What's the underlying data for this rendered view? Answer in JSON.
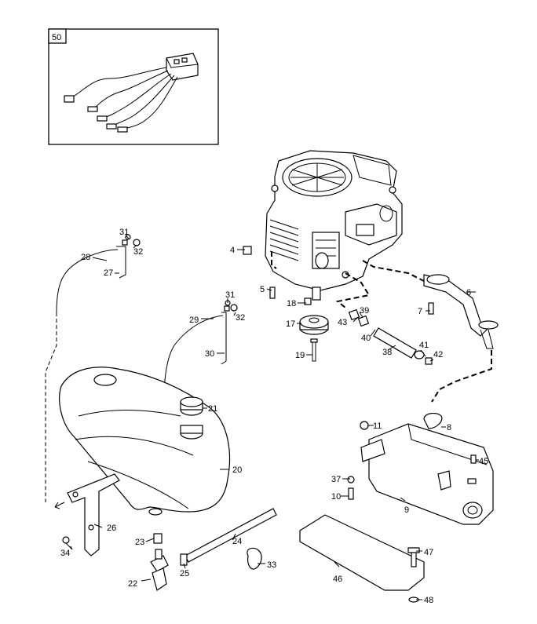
{
  "labels": {
    "p50": "50",
    "p31a": "31",
    "p32a": "32",
    "p28": "28",
    "p27": "27",
    "p4": "4",
    "p5": "5",
    "p18": "18",
    "p17": "17",
    "p19": "19",
    "p6": "6",
    "p7": "7",
    "p39": "39",
    "p43": "43",
    "p40": "40",
    "p38": "38",
    "p41": "41",
    "p42": "42",
    "p31b": "31",
    "p32b": "32",
    "p29": "29",
    "p30": "30",
    "p21": "21",
    "p20": "20",
    "p8": "8",
    "p11": "11",
    "p45": "45",
    "p37": "37",
    "p10": "10",
    "p9": "9",
    "p26": "26",
    "p34": "34",
    "p23": "23",
    "p24": "24",
    "p25": "25",
    "p22": "22",
    "p33": "33",
    "p47": "47",
    "p46": "46",
    "p48": "48"
  }
}
